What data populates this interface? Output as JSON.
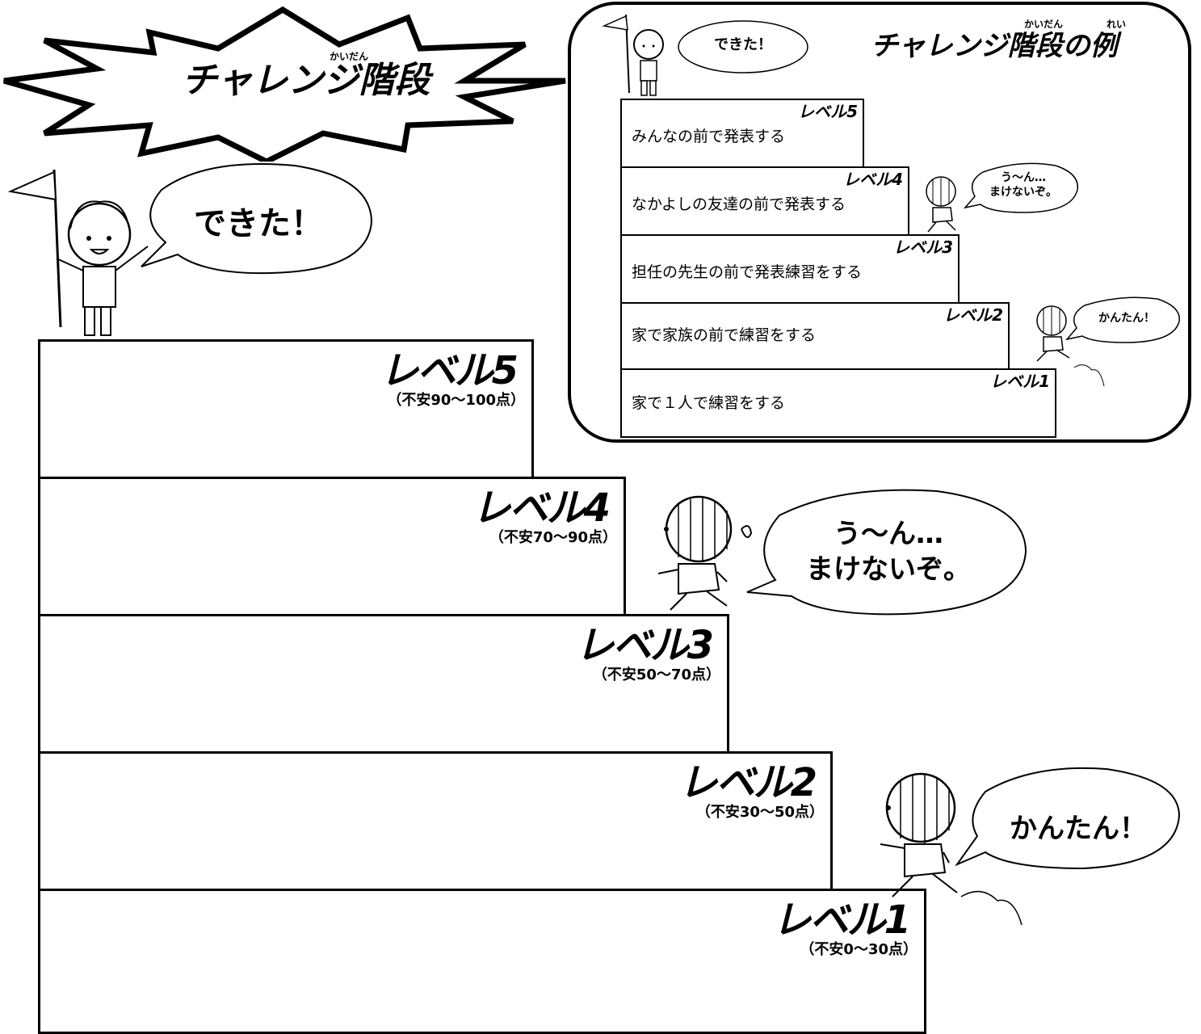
{
  "title": {
    "text": "チャレンジ階段",
    "ruby": "かいだん"
  },
  "main_steps": [
    {
      "level": "レベル5",
      "range": "（不安90～100点）"
    },
    {
      "level": "レベル4",
      "range": "（不安70～90点）"
    },
    {
      "level": "レベル3",
      "range": "（不安50～70点）"
    },
    {
      "level": "レベル2",
      "range": "（不安30～50点）"
    },
    {
      "level": "レベル1",
      "range": "（不安0～30点）"
    }
  ],
  "bubbles": {
    "top": "できた！",
    "middle_line1": "う～ん…",
    "middle_line2": "まけないぞ。",
    "bottom": "かんたん！"
  },
  "example": {
    "title": "チャレンジ階段の例",
    "ruby_kaidan": "かいだん",
    "ruby_rei": "れい",
    "bubble_top": "できた！",
    "bubble_mid_line1": "う～ん…",
    "bubble_mid_line2": "まけないぞ。",
    "bubble_low": "かんたん！",
    "steps": [
      {
        "level": "レベル5",
        "text": "みんなの前で発表する"
      },
      {
        "level": "レベル4",
        "text": "なかよしの友達の前で発表する"
      },
      {
        "level": "レベル3",
        "text": "担任の先生の前で発表練習をする"
      },
      {
        "level": "レベル2",
        "text": "家で家族の前で練習をする"
      },
      {
        "level": "レベル1",
        "text": "家で１人で練習をする"
      }
    ]
  }
}
